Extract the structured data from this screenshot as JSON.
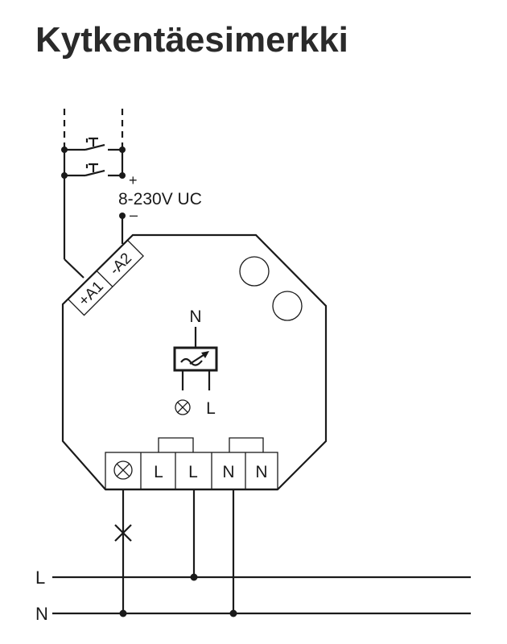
{
  "title": "Kytkentäesimerkki",
  "supply": {
    "plus": "+",
    "voltage": "8-230V UC",
    "minus": "–"
  },
  "control_terminals": {
    "a1": "+A1",
    "a2": "-A2"
  },
  "dimmer_symbol": {
    "top": "N",
    "right": "L"
  },
  "terminals": [
    "L",
    "L",
    "N",
    "N"
  ],
  "lines": {
    "l": "L",
    "n": "N"
  }
}
